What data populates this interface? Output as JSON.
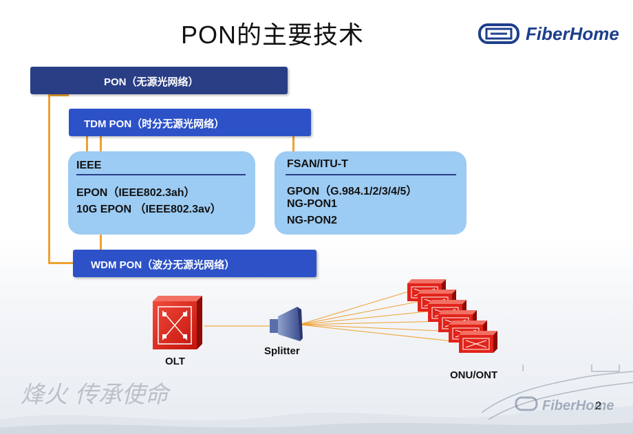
{
  "title": "PON的主要技术",
  "logo": {
    "text": "FiberHome",
    "icon": "fiberhome-logo-icon"
  },
  "tree": {
    "pon": "PON（无源光网络）",
    "tdm": "TDM PON（时分无源光网络）",
    "wdm": "WDM PON（波分无源光网络）",
    "ieee": {
      "heading": "IEEE",
      "items": [
        "EPON（IEEE802.3ah）",
        "10G EPON （IEEE802.3av）"
      ]
    },
    "fsan": {
      "heading": "FSAN/ITU-T",
      "items": [
        "GPON（G.984.1/2/3/4/5）",
        "NG-PON1",
        "NG-PON2"
      ]
    }
  },
  "network": {
    "olt": "OLT",
    "splitter": "Splitter",
    "onu": "ONU/ONT",
    "onu_count": 6
  },
  "colors": {
    "dark_box": "#2a3e86",
    "blue_box": "#2d52c8",
    "light_box": "#9ccbf3",
    "connector": "#f0a030",
    "device_red": "#e2231a"
  },
  "page_number": "2"
}
